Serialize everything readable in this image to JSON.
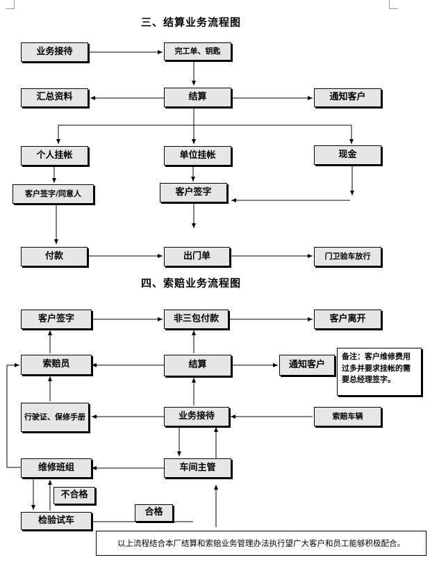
{
  "section3": {
    "title": "三、结算业务流程图",
    "yewu_jiedai": "业务接待",
    "wangong": "完工单、钥匙",
    "huizong": "汇总资料",
    "jiesuan": "结算",
    "tongzhi": "通知客户",
    "geren": "个人挂帐",
    "danwei": "单位挂帐",
    "xianjin": "现金",
    "kehu_tongyi": "客户签字/同意人",
    "kehu_qianzi": "客户签字",
    "fukuan": "付款",
    "chumen": "出门单",
    "menwei": "门卫验车放行"
  },
  "section4": {
    "title": "四、索赔业务流程图",
    "kehu_qianzi": "客户签字",
    "fei_sanbao": "非三包付款",
    "kehu_likai": "客户离开",
    "suopei_yuan": "索赔员",
    "jiesuan": "结算",
    "tongzhi": "通知客户",
    "note": "备注：客户维修费用过多并要求挂帐的需要总经理签字。",
    "xingshi": "行驶证、保修手册",
    "yewu_jiedai": "业务接待",
    "suopei_cheliang": "索赔车辆",
    "weixiu": "维修班组",
    "chejian": "车间主管",
    "buhege": "不合格",
    "hege": "合格",
    "jianyan": "检验试车",
    "footer": "以上流程结合本厂结算和索赔业务管理办法执行望广大客户和员工能够积极配合。"
  }
}
